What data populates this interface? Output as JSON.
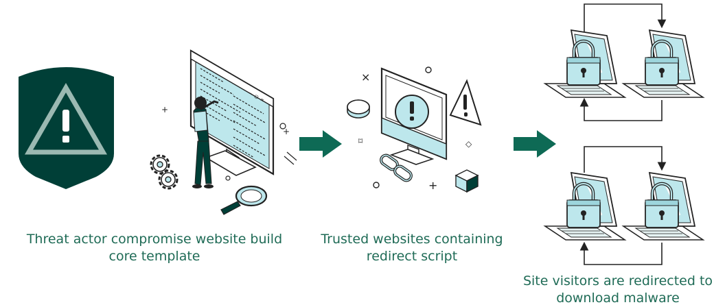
{
  "captions": {
    "stage1": [
      "Threat actor compromise website build",
      "core template"
    ],
    "stage2": [
      "Trusted websites containing",
      "redirect script"
    ],
    "stage3": [
      "Site visitors are redirected to",
      "download malware"
    ]
  },
  "colors": {
    "dark_green": "#003f37",
    "accent_teal": "#0e6a55",
    "screen_blue": "#bde7ec",
    "outline": "#222222",
    "caption": "#1f6b56"
  },
  "icons": [
    "warning-shield-icon",
    "developer-at-monitor-icon",
    "gear-icon",
    "magnifier-icon",
    "warning-monitor-icon",
    "chain-link-icon",
    "cube-icon",
    "arrow-right-icon",
    "locked-laptop-icon"
  ]
}
